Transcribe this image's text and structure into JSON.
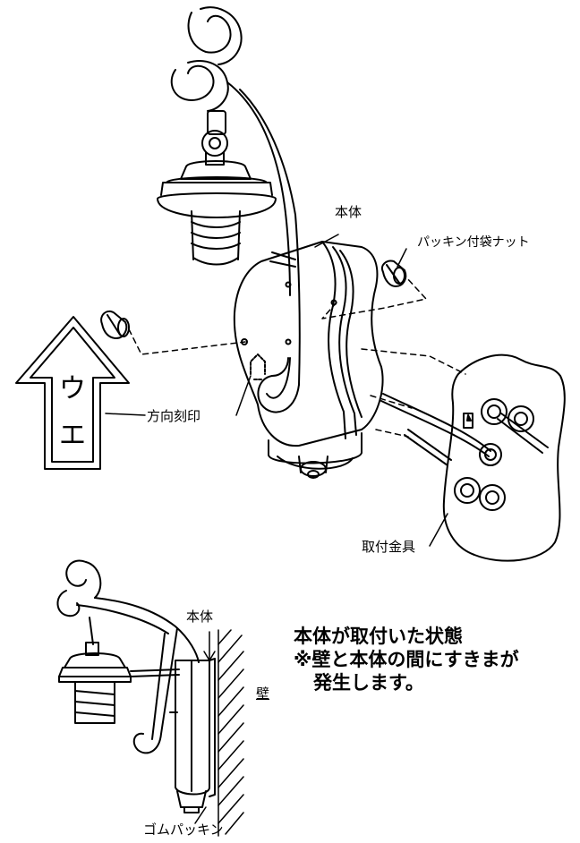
{
  "labels": {
    "body_top": "本体",
    "packing_nut": "パッキン付袋ナット",
    "direction_mark": "方向刻印",
    "bracket": "取付金具",
    "body_bottom": "本体",
    "wall": "壁",
    "rubber_packing": "ゴムパッキン"
  },
  "arrow_chars": {
    "top": "ウ",
    "bottom": "エ"
  },
  "note": {
    "line1": "本体が取付いた状態",
    "line2": "※壁と本体の間にすきまが",
    "line3": "発生します。"
  },
  "colors": {
    "line": "#000000",
    "background": "#ffffff"
  }
}
